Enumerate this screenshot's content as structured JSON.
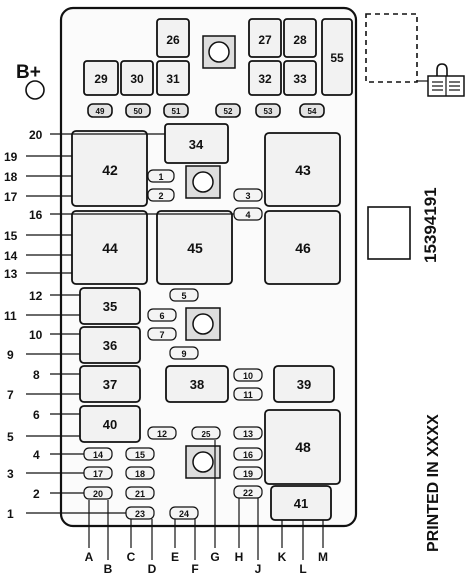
{
  "top_relays": [
    "26",
    "27",
    "28",
    "55",
    "29",
    "30",
    "31",
    "32",
    "33"
  ],
  "top_fuses": [
    "49",
    "50",
    "51",
    "52",
    "53",
    "54"
  ],
  "relays": [
    "34",
    "42",
    "43",
    "44",
    "45",
    "46",
    "35",
    "36",
    "37",
    "38",
    "39",
    "40",
    "48",
    "41"
  ],
  "fuses": [
    "1",
    "2",
    "3",
    "4",
    "5",
    "6",
    "7",
    "9",
    "10",
    "11",
    "12",
    "13",
    "14",
    "15",
    "16",
    "17",
    "18",
    "19",
    "20",
    "21",
    "22",
    "23",
    "24",
    "25"
  ],
  "left_callouts": [
    "20",
    "19",
    "18",
    "17",
    "16",
    "15",
    "14",
    "13",
    "12",
    "11",
    "10",
    "9",
    "8",
    "7",
    "6",
    "5",
    "4",
    "3",
    "2",
    "1"
  ],
  "bottom_callouts": [
    "A",
    "B",
    "C",
    "D",
    "E",
    "F",
    "G",
    "H",
    "J",
    "K",
    "L",
    "M"
  ],
  "battery_label": "B+",
  "part_number": "15394191",
  "printed_text": "PRINTED IN XXXX"
}
